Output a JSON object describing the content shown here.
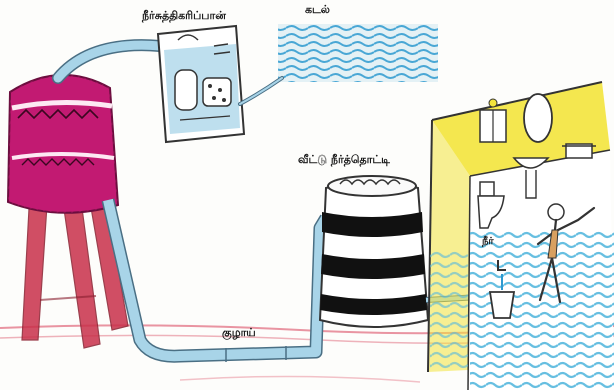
{
  "labels": {
    "treatment_plant": "நீர்சுத்திகரிப்பான்",
    "sea": "கடல்",
    "home_tank": "வீட்டு நீர்த்தொட்டி",
    "pipe": "குழாய்",
    "water": "நீர்"
  },
  "colors": {
    "tower_tank": "#c21a72",
    "tower_legs": "#c9304a",
    "pipe": "#a8d4e8",
    "sea": "#2e9ad0",
    "wall_yellow": "#f3e43c",
    "floor_tiles": "#56b8de",
    "ground": "#e0677a"
  }
}
